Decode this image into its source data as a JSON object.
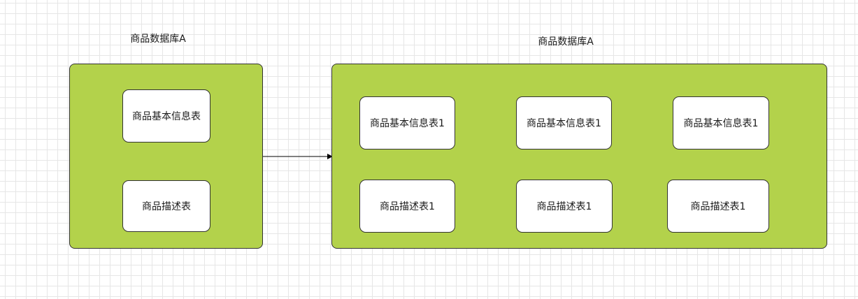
{
  "source_db": {
    "title": "商品数据库A",
    "tables": [
      "商品基本信息表",
      "商品描述表"
    ]
  },
  "target_db": {
    "title": "商品数据库A",
    "tables": [
      "商品基本信息表1",
      "商品基本信息表1",
      "商品基本信息表1",
      "商品描述表1",
      "商品描述表1",
      "商品描述表1"
    ]
  },
  "colors": {
    "container_fill": "#b3d24b",
    "box_fill": "#ffffff",
    "stroke": "#333333",
    "grid": "#e6e6e6"
  }
}
